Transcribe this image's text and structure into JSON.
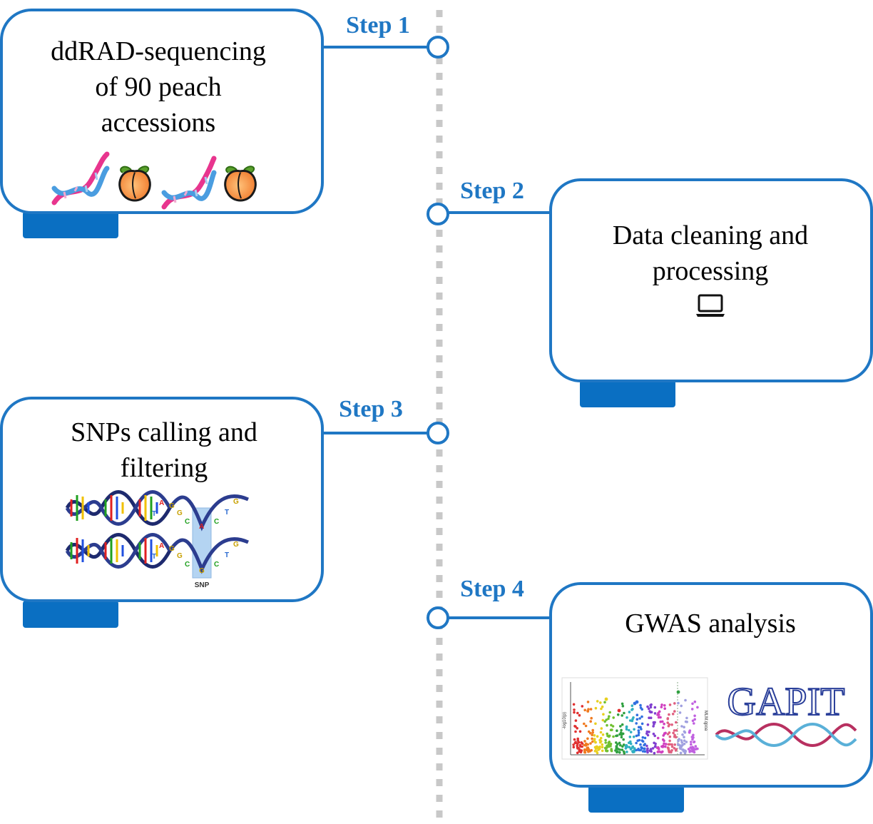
{
  "steps": [
    {
      "label": "Step 1",
      "lines": [
        "ddRAD-sequencing",
        "of 90 peach",
        "accessions"
      ]
    },
    {
      "label": "Step 2",
      "lines": [
        "Data cleaning and",
        "processing"
      ]
    },
    {
      "label": "Step 3",
      "lines": [
        "SNPs calling and",
        "filtering"
      ]
    },
    {
      "label": "Step 4",
      "lines": [
        "GWAS analysis"
      ]
    }
  ],
  "snp_illustration": {
    "strand1_letters": [
      "T",
      "A",
      "G",
      "G",
      "C",
      "A",
      "C",
      "T",
      "G"
    ],
    "strand2_letters": [
      "T",
      "A",
      "G",
      "G",
      "C",
      "G",
      "C",
      "T",
      "G"
    ],
    "caption": "SNP"
  },
  "gwas": {
    "logo_text": "GAPIT",
    "ylabel": "-log10(p)",
    "side_label": "MLM.qpoa"
  },
  "icons": {
    "step1": [
      "dna-icon",
      "peach-icon",
      "dna-icon",
      "peach-icon"
    ],
    "step2": [
      "laptop-icon"
    ]
  },
  "colors": {
    "accent": "#1f77c4",
    "tab": "#0a6fc2",
    "timeline": "#c8c8c8"
  }
}
